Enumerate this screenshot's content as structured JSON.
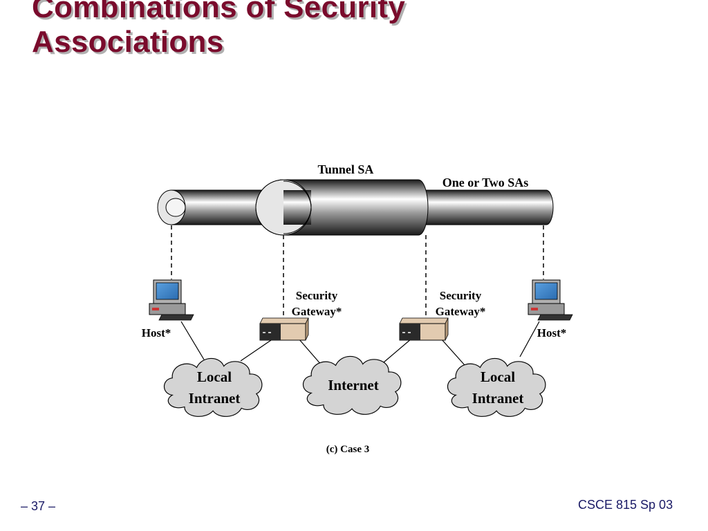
{
  "slide": {
    "title_line1": "Combinations of Security",
    "title_line2": "Associations",
    "footer_page": "– 37 –",
    "footer_course": "CSCE 815 Sp 03",
    "title_color": "#7a0b2c"
  },
  "diagram": {
    "tunnel_label": "Tunnel SA",
    "sa_label": "One or Two SAs",
    "host_left": "Host*",
    "host_right": "Host*",
    "gateway_left_line1": "Security",
    "gateway_left_line2": "Gateway*",
    "gateway_right_line1": "Security",
    "gateway_right_line2": "Gateway*",
    "cloud_left_line1": "Local",
    "cloud_left_line2": "Intranet",
    "cloud_middle": "Internet",
    "cloud_right_line1": "Local",
    "cloud_right_line2": "Intranet",
    "caption": "(c) Case 3",
    "icons": [
      "host-computer-icon",
      "gateway-device-icon",
      "cloud-icon"
    ]
  }
}
